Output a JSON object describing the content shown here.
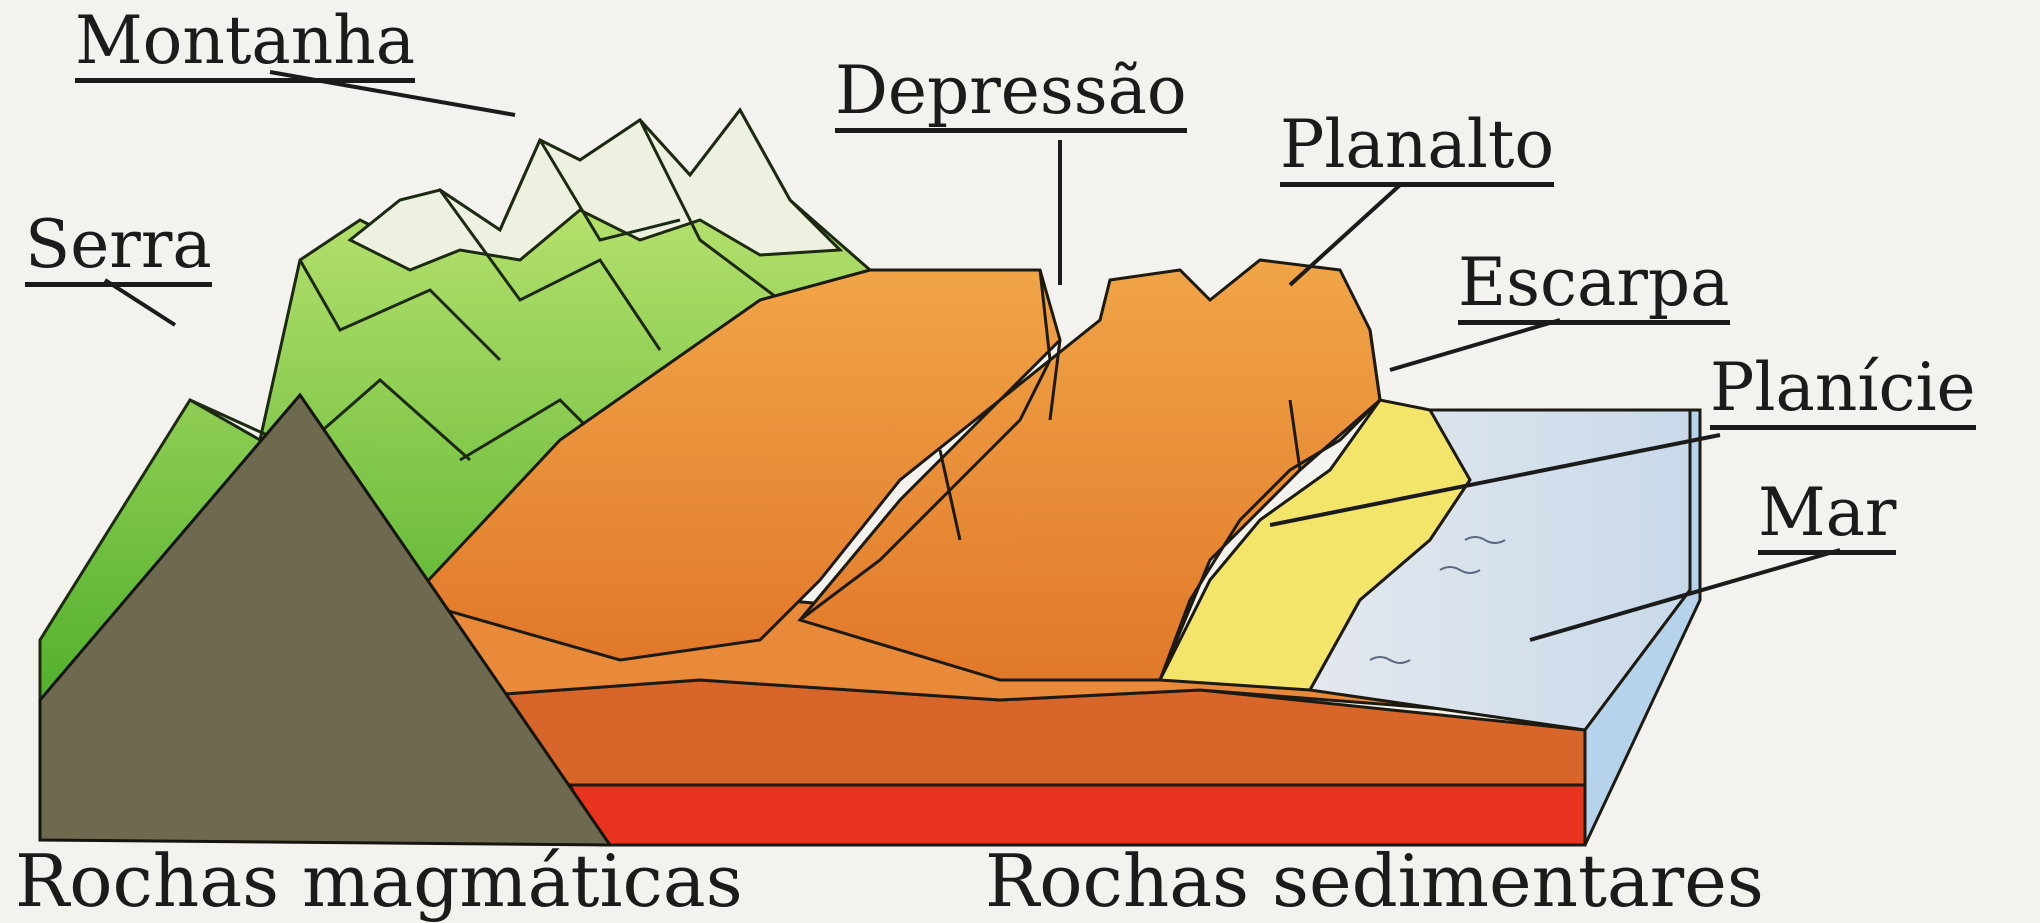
{
  "labels": {
    "montanha": "Montanha",
    "serra": "Serra",
    "depressao": "Depressão",
    "planalto": "Planalto",
    "escarpa": "Escarpa",
    "planicie": "Planície",
    "mar": "Mar",
    "rochas_magmaticas": "Rochas magmáticas",
    "rochas_sedimentares": "Rochas sedimentares"
  },
  "colors": {
    "background": "#f3f2ee",
    "mountain_green": "#8cd23c",
    "mountain_green_dark": "#4fae2a",
    "snow": "#eef0e0",
    "plateau_orange": "#e88a2c",
    "sediment_red": "#e8331f",
    "magmatic_rock": "#6d6a4f",
    "plain_yellow": "#f3e56a",
    "sea": "#dfe6ee",
    "sea_edge": "#b7d3ec"
  }
}
